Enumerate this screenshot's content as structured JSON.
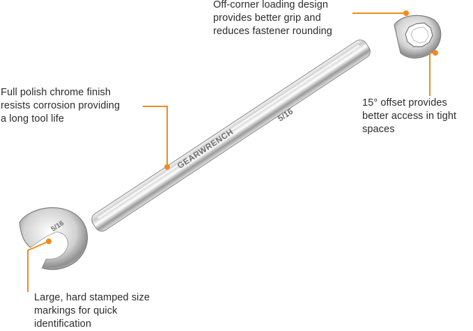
{
  "brand_engraving": "GEARWRENCH",
  "size_marking": "5/16",
  "accent_color": "#f08a1d",
  "callouts": {
    "top": [
      "Off-corner loading design",
      "provides better grip and",
      "reduces fastener rounding"
    ],
    "left": [
      "Full polish chrome finish",
      "resists corrosion providing",
      "a long tool life"
    ],
    "right": [
      "15° offset provides",
      "better access in tight",
      "spaces"
    ],
    "bottom": [
      "Large, hard stamped size",
      "markings for quick",
      "identification"
    ]
  }
}
